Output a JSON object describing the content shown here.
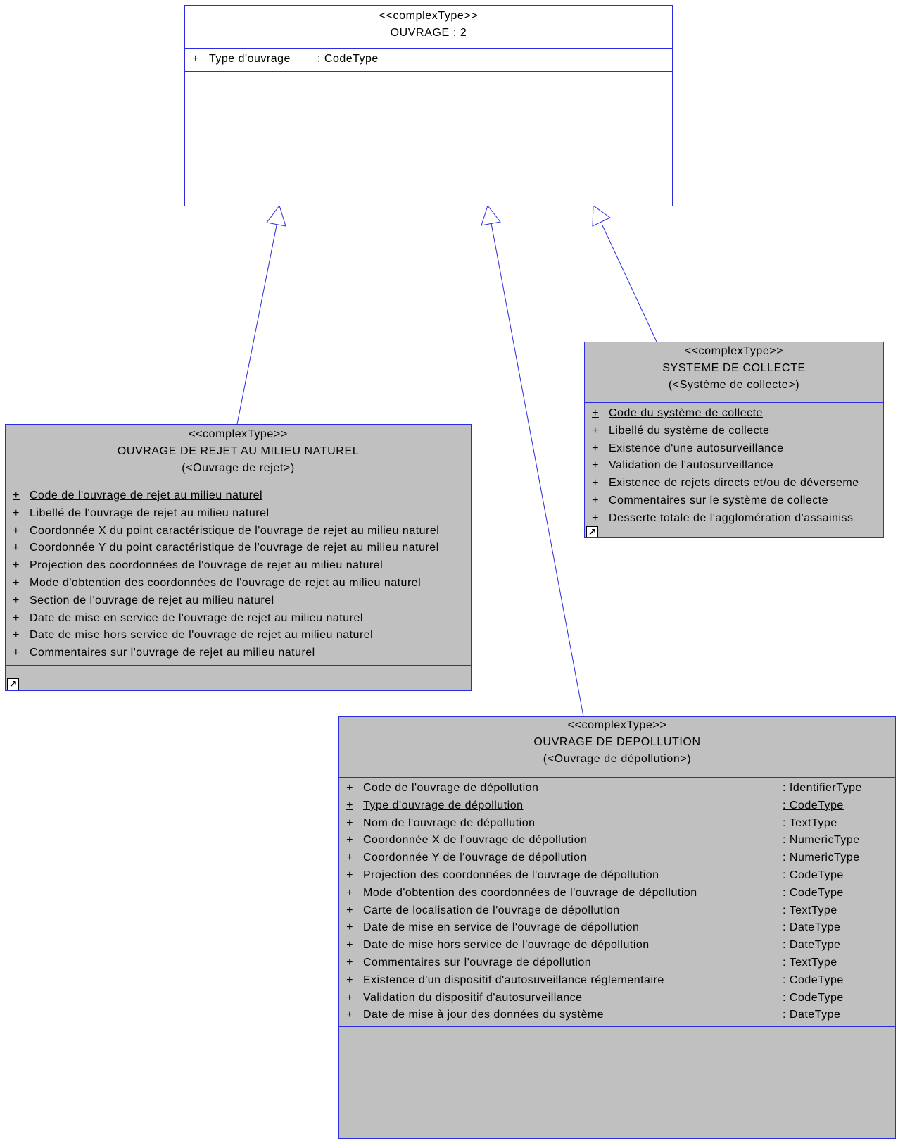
{
  "diagram": {
    "ouvrage": {
      "stereotype": "<<complexType>>",
      "name": "OUVRAGE : 2",
      "attributes": [
        {
          "vis": "+",
          "name": "Type d'ouvrage",
          "type": ": CodeType",
          "underline": true
        }
      ]
    },
    "rejet": {
      "stereotype": "<<complexType>>",
      "name": "OUVRAGE DE REJET AU MILIEU NATUREL",
      "alias": "(<Ouvrage de rejet>)",
      "attributes": [
        {
          "vis": "+",
          "name": "Code de l'ouvrage de rejet au milieu naturel",
          "underline": true
        },
        {
          "vis": "+",
          "name": "Libellé de l'ouvrage de rejet au milieu naturel"
        },
        {
          "vis": "+",
          "name": "Coordonnée X du point caractéristique de l'ouvrage de rejet au milieu naturel"
        },
        {
          "vis": "+",
          "name": "Coordonnée Y du point caractéristique de l'ouvrage de rejet au milieu naturel"
        },
        {
          "vis": "+",
          "name": "Projection des coordonnées de l'ouvrage de rejet au milieu naturel"
        },
        {
          "vis": "+",
          "name": "Mode d'obtention des coordonnées de l'ouvrage de rejet au milieu naturel"
        },
        {
          "vis": "+",
          "name": "Section de l'ouvrage de rejet au milieu naturel"
        },
        {
          "vis": "+",
          "name": "Date de mise en service de l'ouvrage de rejet au milieu naturel"
        },
        {
          "vis": "+",
          "name": "Date de mise hors service de l'ouvrage de rejet au milieu naturel"
        },
        {
          "vis": "+",
          "name": "Commentaires sur l'ouvrage de rejet au milieu naturel"
        }
      ]
    },
    "collecte": {
      "stereotype": "<<complexType>>",
      "name": "SYSTEME DE COLLECTE",
      "alias": "(<Système de collecte>)",
      "attributes": [
        {
          "vis": "+",
          "name": "Code du système de collecte",
          "underline": true
        },
        {
          "vis": "+",
          "name": "Libellé du système de collecte"
        },
        {
          "vis": "+",
          "name": "Existence d'une autosurveillance"
        },
        {
          "vis": "+",
          "name": "Validation de l'autosurveillance"
        },
        {
          "vis": "+",
          "name": "Existence de rejets directs et/ou de déverseme"
        },
        {
          "vis": "+",
          "name": "Commentaires sur le système de collecte"
        },
        {
          "vis": "+",
          "name": "Desserte totale de l'agglomération d'assainiss"
        }
      ]
    },
    "depollution": {
      "stereotype": "<<complexType>>",
      "name": "OUVRAGE DE DEPOLLUTION",
      "alias": "(<Ouvrage de dépollution>)",
      "attributes": [
        {
          "vis": "+",
          "name": "Code de l'ouvrage de dépollution",
          "type": ": IdentifierType",
          "underline": true
        },
        {
          "vis": "+",
          "name": "Type d'ouvrage de dépollution",
          "type": ": CodeType",
          "underline": true
        },
        {
          "vis": "+",
          "name": "Nom de l'ouvrage de dépollution",
          "type": ": TextType"
        },
        {
          "vis": "+",
          "name": "Coordonnée X de l'ouvrage de dépollution",
          "type": ": NumericType"
        },
        {
          "vis": "+",
          "name": "Coordonnée Y de l'ouvrage de dépollution",
          "type": ": NumericType"
        },
        {
          "vis": "+",
          "name": "Projection des coordonnées de l'ouvrage de dépollution",
          "type": ": CodeType"
        },
        {
          "vis": "+",
          "name": "Mode d'obtention des coordonnées de l'ouvrage de dépollution",
          "type": ": CodeType"
        },
        {
          "vis": "+",
          "name": "Carte de localisation de l'ouvrage de dépollution",
          "type": ": TextType"
        },
        {
          "vis": "+",
          "name": "Date de mise en service de l'ouvrage de dépollution",
          "type": ": DateType"
        },
        {
          "vis": "+",
          "name": "Date de mise hors service de l'ouvrage de dépollution",
          "type": ": DateType"
        },
        {
          "vis": "+",
          "name": "Commentaires sur l'ouvrage de dépollution",
          "type": ": TextType"
        },
        {
          "vis": "+",
          "name": "Existence d'un dispositif d'autosuveillance réglementaire",
          "type": ": CodeType"
        },
        {
          "vis": "+",
          "name": "Validation du dispositif d'autosurveillance",
          "type": ": CodeType"
        },
        {
          "vis": "+",
          "name": "Date de mise à jour des données du système",
          "type": ": DateType"
        }
      ]
    },
    "shortcut_icon": "shortcut-arrow-icon",
    "colors": {
      "line": "#2a2ae0",
      "fill_grey": "#c0c0c0",
      "fill_white": "#ffffff"
    }
  }
}
